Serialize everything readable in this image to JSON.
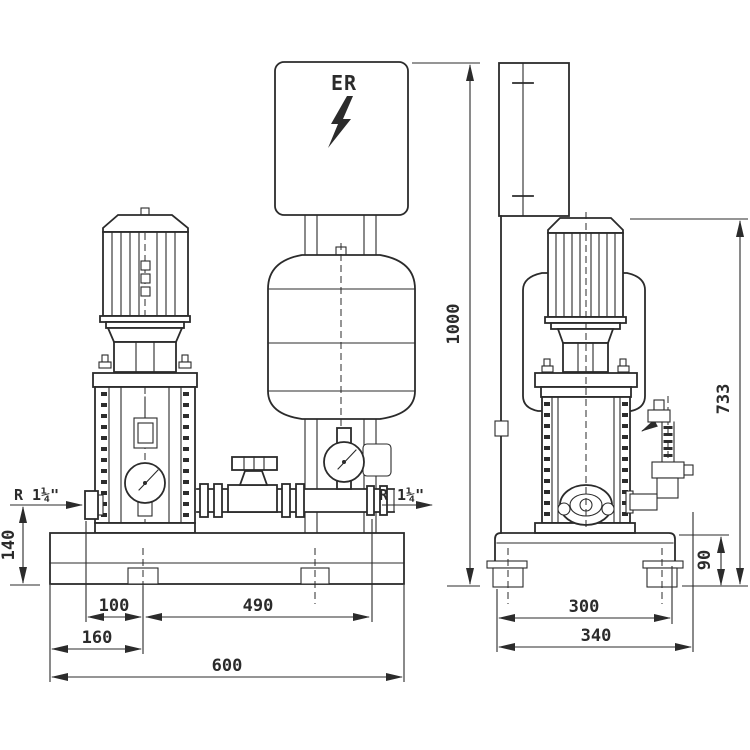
{
  "labels": {
    "control_box": "ER",
    "suction": "R 1¼\"",
    "discharge": "R 1¼\""
  },
  "dimensions": {
    "front_total_height": "1000",
    "front_connection_height": "140",
    "front_conn_to_foot": "100",
    "front_edge_to_foot": "160",
    "front_foot_to_discharge": "490",
    "front_base_width": "600",
    "side_pump_height": "733",
    "side_base_height": "90",
    "side_foot_spacing": "300",
    "side_base_depth": "340"
  },
  "colors": {
    "line": "#2b2b2b",
    "background": "#ffffff"
  },
  "icons": {
    "control_box_symbol": "lightning-bolt"
  }
}
